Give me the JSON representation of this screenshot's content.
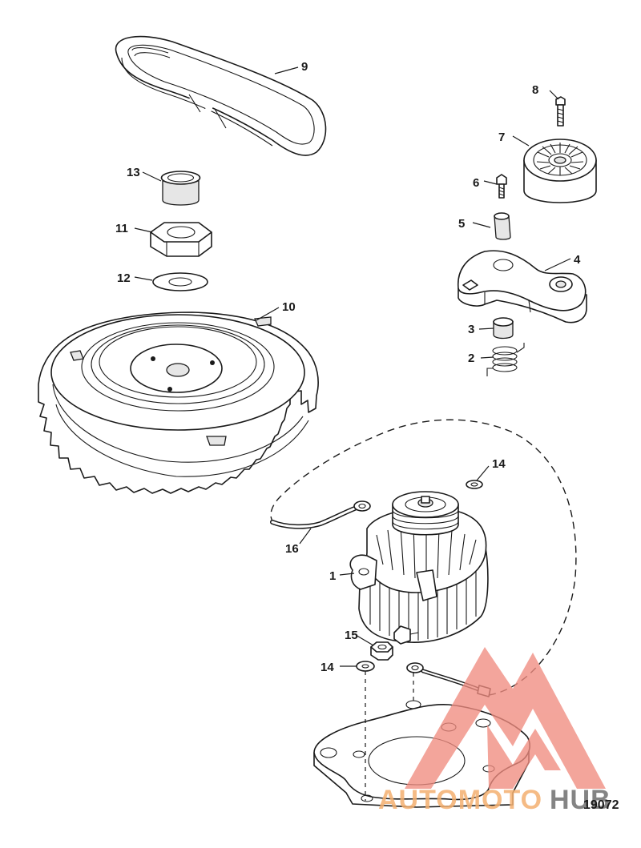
{
  "diagram": {
    "reference_number": "19072",
    "callouts": [
      {
        "id": "c1",
        "label": "1"
      },
      {
        "id": "c2",
        "label": "2"
      },
      {
        "id": "c3",
        "label": "3"
      },
      {
        "id": "c4",
        "label": "4"
      },
      {
        "id": "c5",
        "label": "5"
      },
      {
        "id": "c6",
        "label": "6"
      },
      {
        "id": "c7",
        "label": "7"
      },
      {
        "id": "c8",
        "label": "8"
      },
      {
        "id": "c9",
        "label": "9"
      },
      {
        "id": "c10",
        "label": "10"
      },
      {
        "id": "c11",
        "label": "11"
      },
      {
        "id": "c12",
        "label": "12"
      },
      {
        "id": "c13",
        "label": "13"
      },
      {
        "id": "c14a",
        "label": "14"
      },
      {
        "id": "c14b",
        "label": "14"
      },
      {
        "id": "c15",
        "label": "15"
      },
      {
        "id": "c16",
        "label": "16"
      }
    ]
  },
  "watermark": {
    "text_part1": "AUTOMOTO",
    "text_part2": "HUB",
    "color_primary": "#f0a080",
    "color_secondary": "#555555"
  }
}
